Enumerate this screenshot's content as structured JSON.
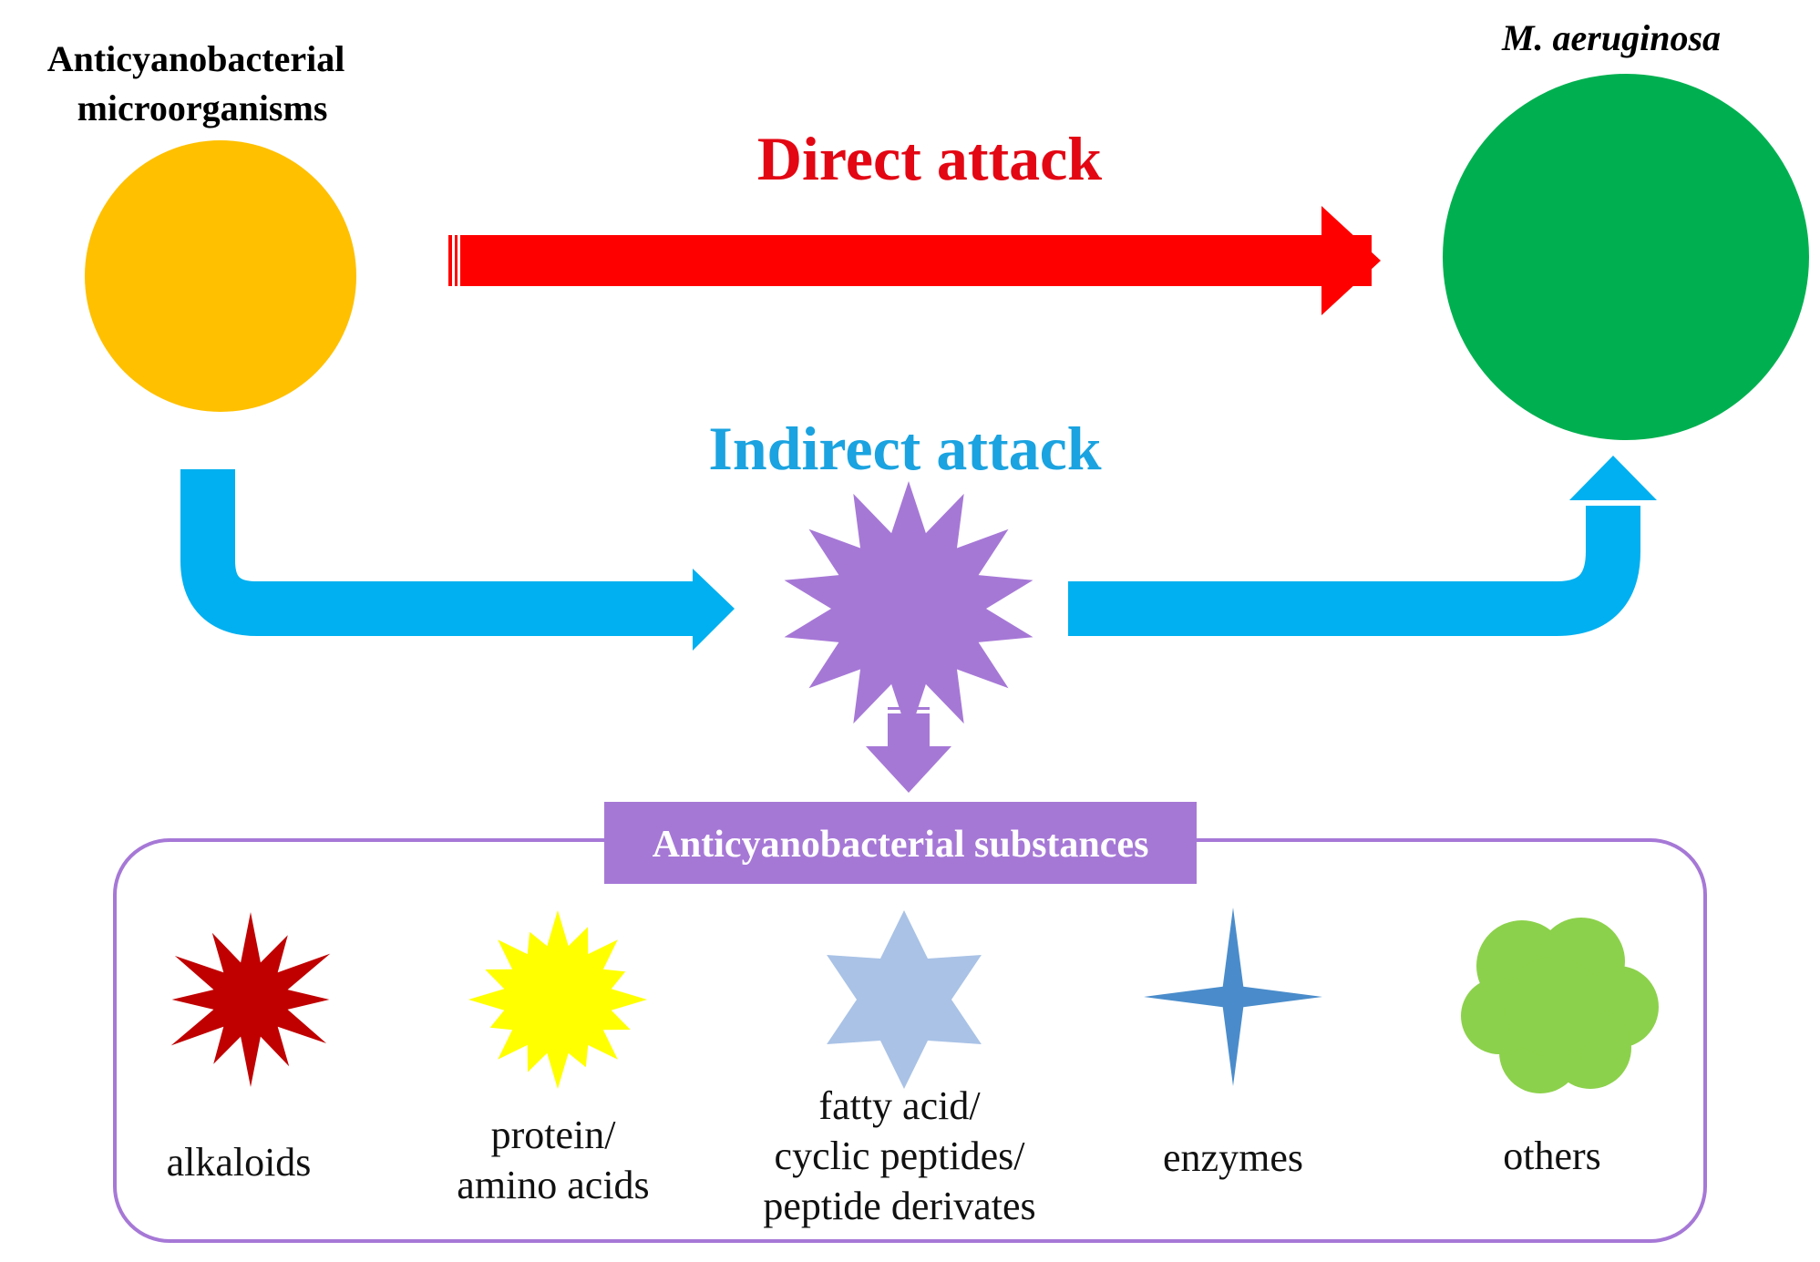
{
  "source": {
    "label_line1": "Anticyanobacterial",
    "label_line2": "microorganisms",
    "color": "#FFC000"
  },
  "target": {
    "label": "M. aeruginosa",
    "color": "#00B050"
  },
  "direct_attack": {
    "label": "Direct attack",
    "color": "#E30613",
    "arrow_color": "#FF0000"
  },
  "indirect_attack": {
    "label": "Indirect attack",
    "color": "#1AA3E0",
    "arrow_color": "#00B0F0"
  },
  "intermediate": {
    "icon": "purple-star-burst-icon",
    "color": "#A678D6"
  },
  "substances": {
    "banner_label": "Anticyanobacterial substances",
    "banner_color": "#A678D6",
    "box_border_color": "#A678D6",
    "items": [
      {
        "icon": "dark-red-burst-icon",
        "color": "#C00000",
        "lines": [
          "alkaloids"
        ]
      },
      {
        "icon": "yellow-burst-icon",
        "color": "#FFFF00",
        "lines": [
          "protein/",
          "amino acids"
        ]
      },
      {
        "icon": "six-point-star-icon",
        "color": "#A9C2E6",
        "lines": [
          "fatty acid/",
          "cyclic peptides/",
          "peptide derivates"
        ]
      },
      {
        "icon": "four-point-star-icon",
        "color": "#4A8CCB",
        "lines": [
          "enzymes"
        ]
      },
      {
        "icon": "cloud-icon",
        "color": "#8CD14B",
        "lines": [
          "others"
        ]
      }
    ]
  }
}
